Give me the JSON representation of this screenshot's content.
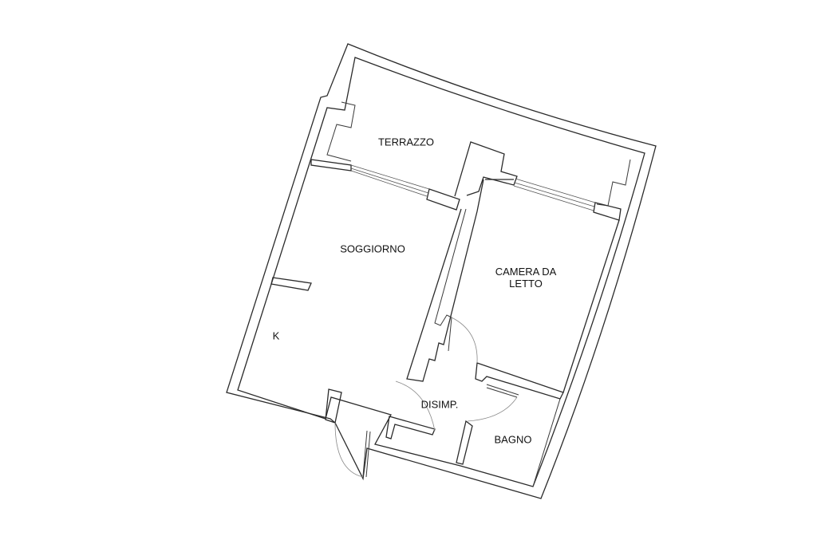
{
  "rooms": {
    "terrazzo": "TERRAZZO",
    "soggiorno": "SOGGIORNO",
    "camera": "CAMERA DA\nLETTO",
    "kitchen": "K",
    "disimpegno": "DISIMP.",
    "bagno": "BAGNO"
  }
}
